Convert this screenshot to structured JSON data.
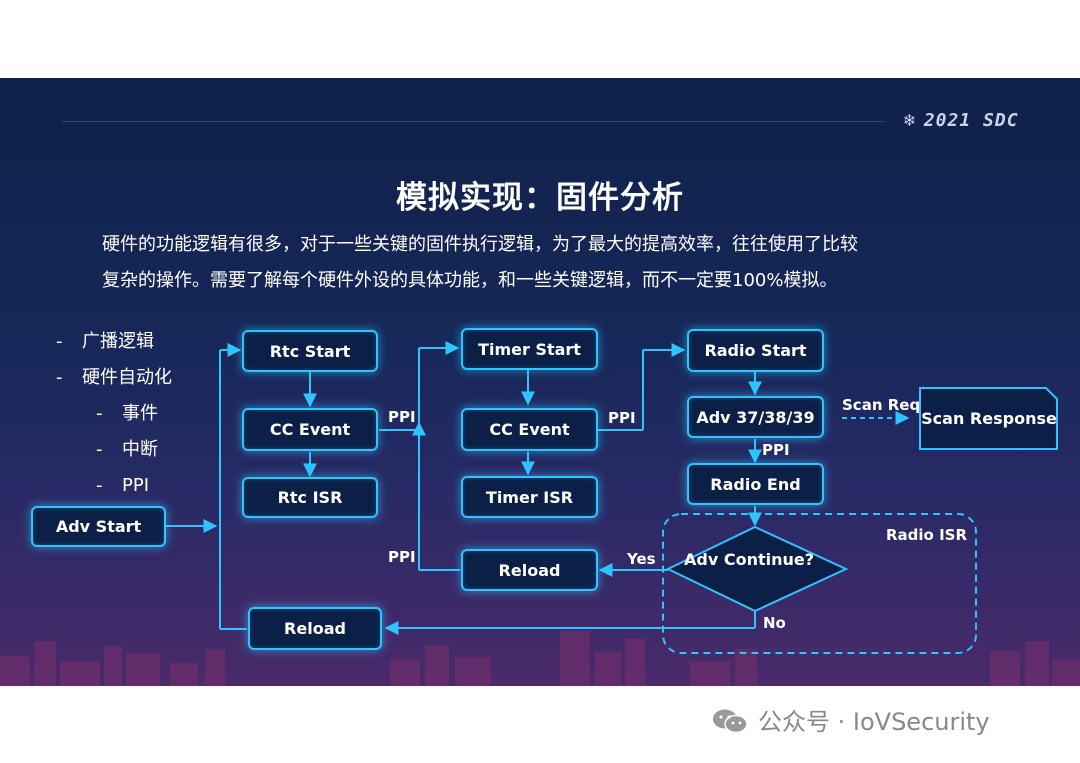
{
  "brand": {
    "logo": "2021 SDC"
  },
  "title": "模拟实现：固件分析",
  "intro": {
    "line1": "硬件的功能逻辑有很多，对于一些关键的固件执行逻辑，为了最大的提高效率，往往使用了比较",
    "line2": "复杂的操作。需要了解每个硬件外设的具体功能，和一些关键逻辑，而不一定要100%模拟。"
  },
  "bullets": {
    "dash": "-",
    "items": [
      {
        "label": "广播逻辑"
      },
      {
        "label": "硬件自动化"
      },
      {
        "label": "事件"
      },
      {
        "label": "中断"
      },
      {
        "label": "PPI"
      }
    ]
  },
  "diagram": {
    "nodes": {
      "adv_start": "Adv Start",
      "rtc_start": "Rtc Start",
      "cc_event_1": "CC Event",
      "rtc_isr": "Rtc ISR",
      "timer_start": "Timer Start",
      "cc_event_2": "CC Event",
      "timer_isr": "Timer ISR",
      "radio_start": "Radio Start",
      "adv_channels": "Adv 37/38/39",
      "radio_end": "Radio End",
      "reload_mid": "Reload",
      "reload_bottom": "Reload",
      "scan_response": "Scan Response",
      "adv_continue": "Adv Continue?"
    },
    "labels": {
      "ppi_1": "PPI",
      "ppi_2": "PPI",
      "ppi_3": "PPI",
      "ppi_4": "PPI",
      "scan_req": "Scan Req",
      "radio_isr": "Radio ISR",
      "yes": "Yes",
      "no": "No"
    }
  },
  "footer": {
    "text": "公众号 · IoVSecurity"
  },
  "colors": {
    "accent": "#2fc4ff",
    "background_top": "#0f2148",
    "background_bottom": "#4a2a6a"
  }
}
